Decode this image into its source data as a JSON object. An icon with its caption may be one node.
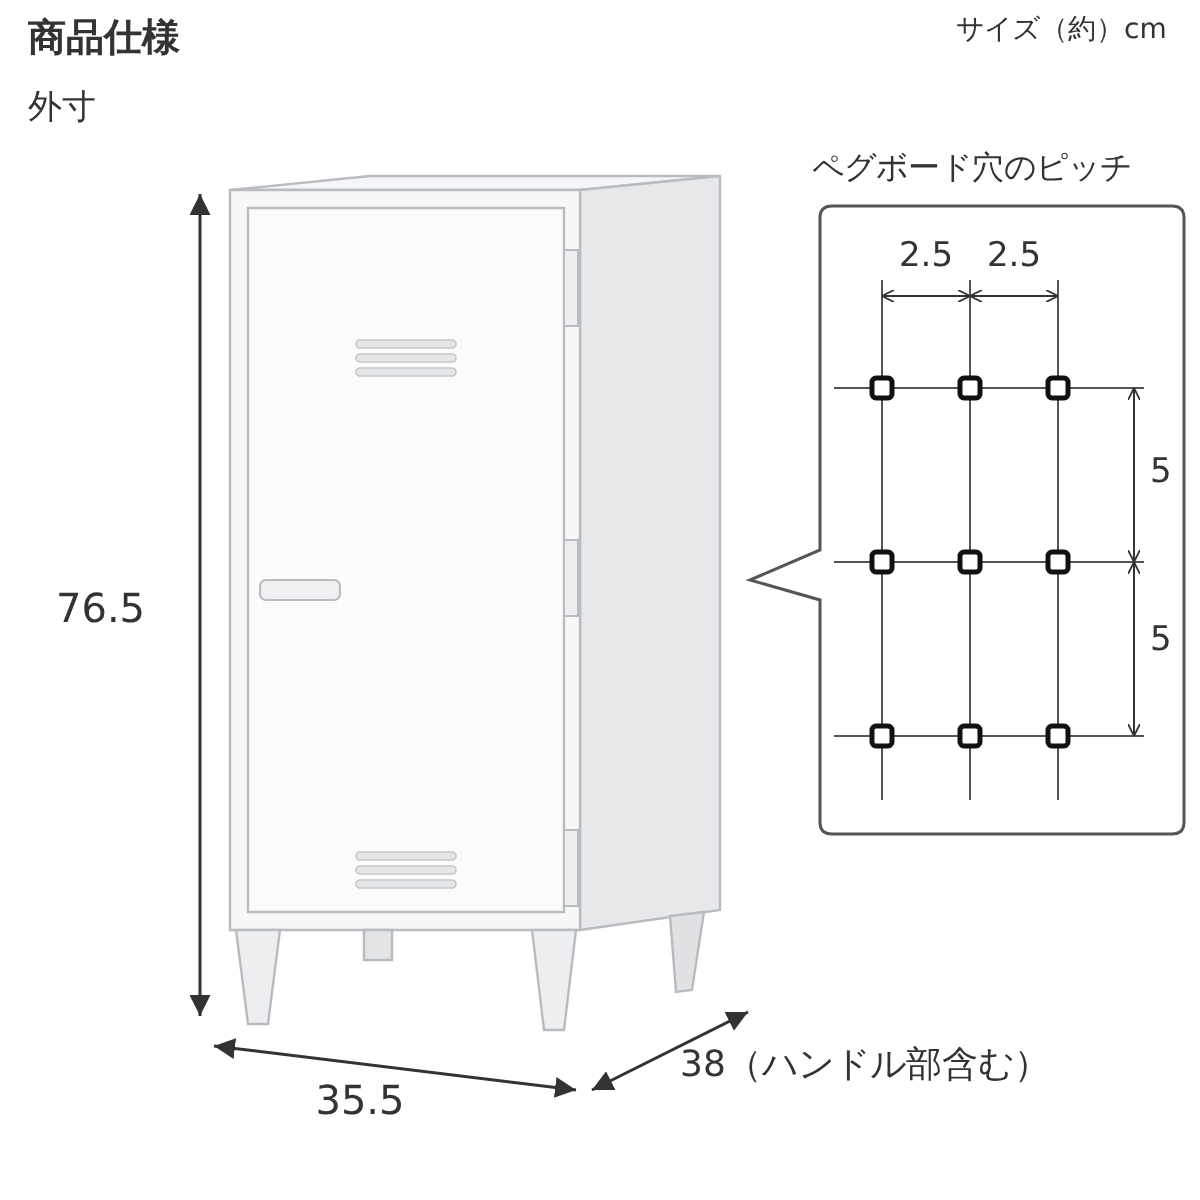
{
  "diagram": {
    "title": "商品仕様",
    "nodes": [
      {
        "text": [
          "ペグボード穴のピッチ",
          "2.5",
          "2.5",
          "5",
          "5"
        ]
      }
    ],
    "labels": [
      "サイズ（約）cm",
      "外寸",
      "76.5",
      "35.5",
      "38（ハンドル部含む）"
    ]
  }
}
